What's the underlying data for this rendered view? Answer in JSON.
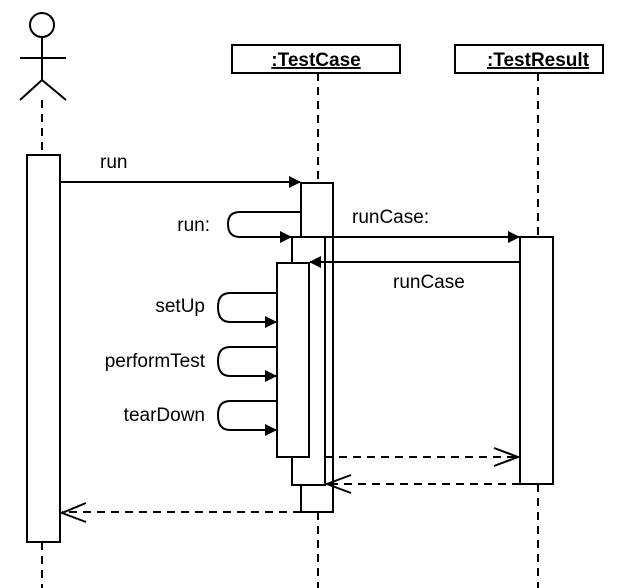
{
  "diagram": {
    "type": "uml-sequence",
    "participants": [
      {
        "id": "actor",
        "kind": "actor",
        "label": ""
      },
      {
        "id": "testcase",
        "kind": "object",
        "label": ":TestCase"
      },
      {
        "id": "testresult",
        "kind": "object",
        "label": ":TestResult"
      }
    ],
    "messages": [
      {
        "from": "actor",
        "to": "testcase",
        "label": "run",
        "style": "sync"
      },
      {
        "from": "testcase",
        "to": "testcase",
        "label": "run:",
        "style": "self"
      },
      {
        "from": "testcase",
        "to": "testresult",
        "label": "runCase:",
        "style": "sync"
      },
      {
        "from": "testresult",
        "to": "testcase",
        "label": "runCase",
        "style": "sync"
      },
      {
        "from": "testcase",
        "to": "testcase",
        "label": "setUp",
        "style": "self"
      },
      {
        "from": "testcase",
        "to": "testcase",
        "label": "performTest",
        "style": "self"
      },
      {
        "from": "testcase",
        "to": "testcase",
        "label": "tearDown",
        "style": "self"
      },
      {
        "from": "testcase",
        "to": "testresult",
        "label": "",
        "style": "return"
      },
      {
        "from": "testresult",
        "to": "testcase",
        "label": "",
        "style": "return"
      },
      {
        "from": "testcase",
        "to": "actor",
        "label": "",
        "style": "return"
      }
    ]
  }
}
